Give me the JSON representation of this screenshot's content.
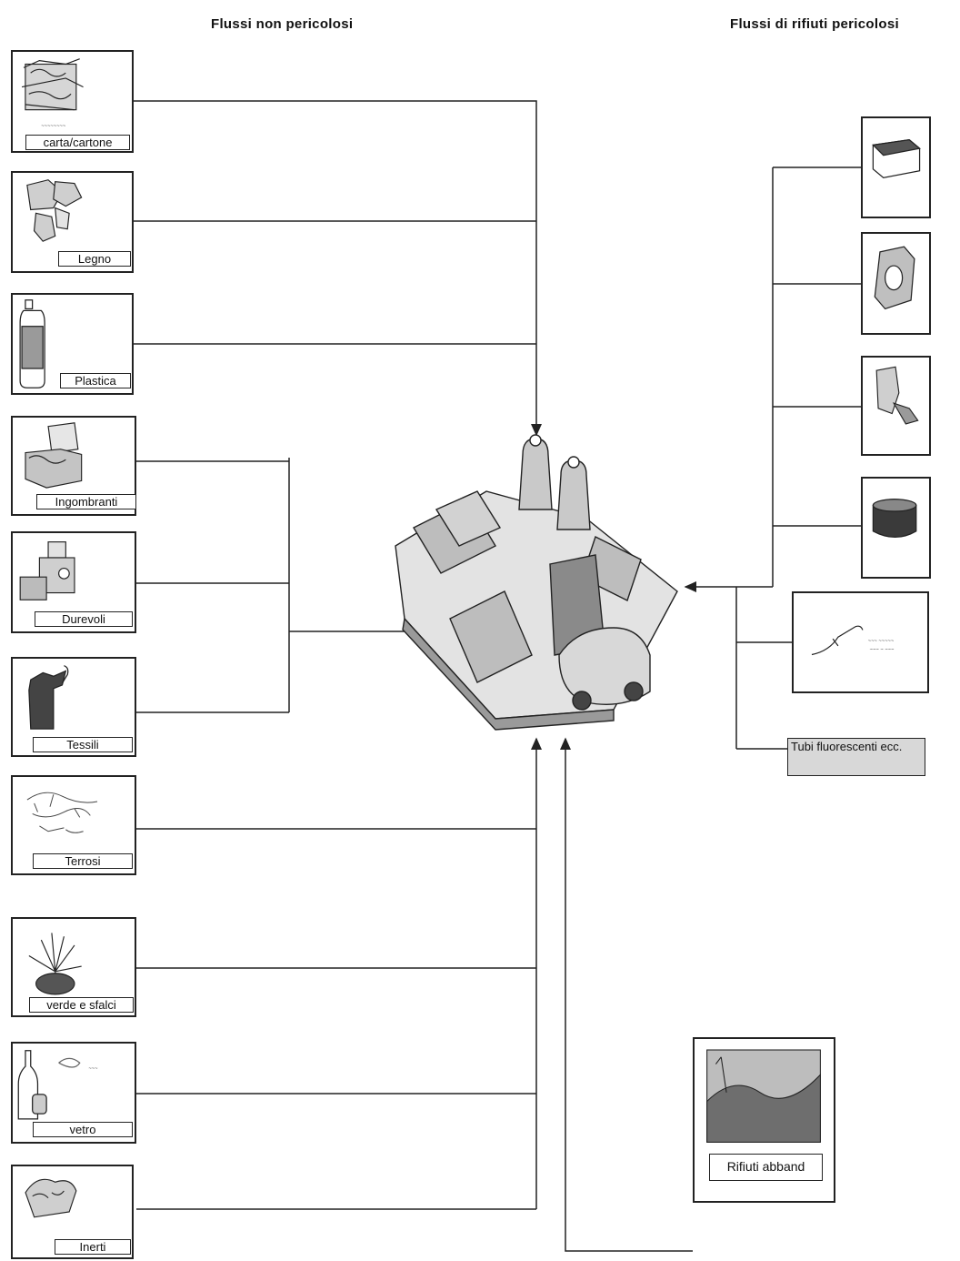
{
  "headings": {
    "non_hazardous": "Flussi non pericolosi",
    "hazardous": "Flussi di rifiuti pericolosi"
  },
  "left_items": [
    {
      "label": "carta/cartone",
      "icon": "paper-icon"
    },
    {
      "label": "Legno",
      "icon": "wood-icon"
    },
    {
      "label": "Plastica",
      "icon": "plastic-bottle-icon"
    },
    {
      "label": "Ingombranti",
      "icon": "bulky-waste-icon"
    },
    {
      "label": "Durevoli",
      "icon": "appliance-icon"
    },
    {
      "label": "Tessili",
      "icon": "textile-icon"
    },
    {
      "label": "Terrosi",
      "icon": "soil-icon"
    },
    {
      "label": "verde e sfalci",
      "icon": "plant-icon"
    },
    {
      "label": "vetro",
      "icon": "glass-bottle-icon"
    },
    {
      "label": "Inerti",
      "icon": "rubble-icon"
    }
  ],
  "right_items": [
    {
      "icon": "battery-icon"
    },
    {
      "icon": "paint-can-icon"
    },
    {
      "icon": "engine-part-icon"
    },
    {
      "icon": "oil-container-icon"
    },
    {
      "icon": "syringe-icon"
    },
    {
      "label": "Tubi fluorescenti ecc.",
      "icon": ""
    }
  ],
  "bottom_item": {
    "label": "Rifiuti abband",
    "icon": "abandoned-waste-icon"
  },
  "center": {
    "icon": "ecocenter-icon"
  }
}
